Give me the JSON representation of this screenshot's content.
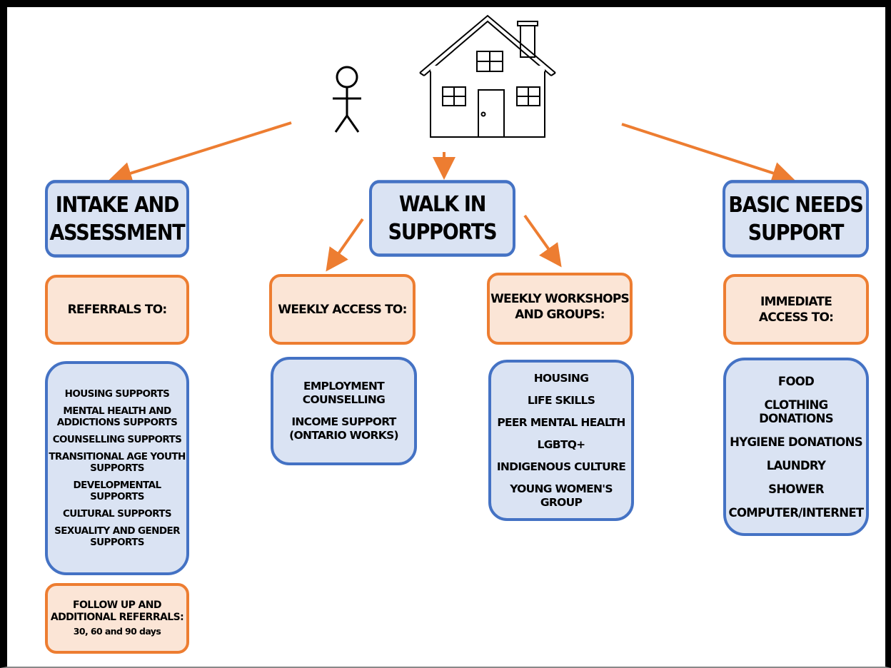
{
  "columns": {
    "intake": {
      "title": "INTAKE AND\nASSESSMENT",
      "referrals_header": "REFERRALS TO:",
      "referrals": [
        "HOUSING SUPPORTS",
        "MENTAL HEALTH AND\nADDICTIONS SUPPORTS",
        "COUNSELLING SUPPORTS",
        "TRANSITIONAL AGE YOUTH\nSUPPORTS",
        "DEVELOPMENTAL SUPPORTS",
        "CULTURAL SUPPORTS",
        "SEXUALITY AND GENDER\nSUPPORTS"
      ],
      "followup_title": "FOLLOW UP AND\nADDITIONAL REFERRALS:",
      "followup_days": "30, 60 and 90 days"
    },
    "walkin": {
      "title": "WALK IN\nSUPPORTS",
      "weekly_access_header": "WEEKLY ACCESS TO:",
      "weekly_access": [
        "EMPLOYMENT\nCOUNSELLING",
        "INCOME SUPPORT\n(ONTARIO WORKS)"
      ],
      "workshops_header": "WEEKLY WORKSHOPS\nAND GROUPS:",
      "workshops": [
        "HOUSING",
        "LIFE SKILLS",
        "PEER MENTAL HEALTH",
        "LGBTQ+",
        "INDIGENOUS CULTURE",
        "YOUNG WOMEN'S GROUP"
      ]
    },
    "basic": {
      "title": "BASIC NEEDS\nSUPPORT",
      "immediate_header": "IMMEDIATE\nACCESS TO:",
      "immediate": [
        "FOOD",
        "CLOTHING DONATIONS",
        "HYGIENE DONATIONS",
        "LAUNDRY",
        "SHOWER",
        "COMPUTER/INTERNET"
      ]
    }
  },
  "colors": {
    "arrow": "#ed7d31",
    "blue_fill": "#dae3f3",
    "blue_border": "#4472c4",
    "orange_fill": "#fbe5d6",
    "orange_border": "#ed7d31"
  },
  "icons": {
    "person": "stick-figure-icon",
    "house": "house-icon"
  }
}
